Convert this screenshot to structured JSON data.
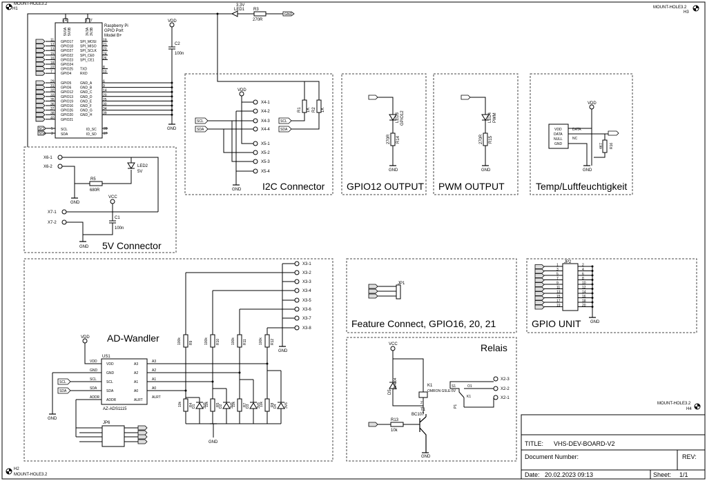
{
  "mount_holes": {
    "h1": {
      "ref": "H1",
      "name": "MOUNT-HOLE3.2"
    },
    "h2": {
      "ref": "H2",
      "name": "MOUNT-HOLE3.2"
    },
    "h3": {
      "ref": "H3",
      "name": "MOUNT-HOLE3.2"
    },
    "h4": {
      "ref": "H4",
      "name": "MOUNT-HOLE3.2"
    }
  },
  "rpi": {
    "title1": "Raspberry Pi",
    "title2": "GPIO Port",
    "title3": "Model B+",
    "top_pins": [
      "5V0A",
      "5V0B",
      "3V3A",
      "3V3B"
    ],
    "left": [
      "GPIO17",
      "GPIO18",
      "GPIO27",
      "GPIO22",
      "GPIO23",
      "GPIO24",
      "GPIO25",
      "GPIO4",
      "GPIO5",
      "GPIO6",
      "GPIO12",
      "GPIO13",
      "GPIO19",
      "GPIO16",
      "GPIO26",
      "GPIO20",
      "GPIO21"
    ],
    "left_nums": [
      "11",
      "12",
      "13",
      "15",
      "16",
      "18",
      "22",
      "7",
      "29",
      "31",
      "32",
      "33",
      "35",
      "36",
      "37",
      "38",
      "40"
    ],
    "right": [
      "SPI_MOSI",
      "SPI_MISO",
      "SPI_SCLK",
      "SPI_CE0",
      "SPI_CE1",
      "",
      "TXD",
      "RXD",
      "GND_A",
      "GND_B",
      "GND_C",
      "GND_D",
      "GND_E",
      "GND_F",
      "GND_G",
      "GND_H"
    ],
    "right_nums": [
      "19",
      "21",
      "23",
      "24",
      "26",
      "",
      "8",
      "10",
      "6",
      "9",
      "14",
      "20",
      "25",
      "30",
      "34",
      "39"
    ],
    "scl": "SCL",
    "sda": "SDA",
    "id_sc": "ID_SC",
    "id_sd": "ID_SD",
    "scl_n": "5",
    "sda_n": "3",
    "idsc_n": "28",
    "idsd_n": "27"
  },
  "led1": {
    "v": "3.3V",
    "ref": "LED1"
  },
  "r3": {
    "ref": "R3",
    "val": "270R"
  },
  "gnd": "GND",
  "vdd": "VDD",
  "vcc": "VCC",
  "c2": {
    "ref": "C2",
    "val": "100n"
  },
  "i2c": {
    "title": "I2C Connector",
    "pins": [
      "X4-1",
      "X4-2",
      "X4-3",
      "X4-4",
      "X5-1",
      "X5-2",
      "X5-3",
      "X5-4"
    ],
    "r1": {
      "ref": "R1",
      "val": "1K"
    },
    "r2": {
      "ref": "R2",
      "val": "1K"
    },
    "scl": "SCL",
    "sda": "SDA"
  },
  "gpio12": {
    "title": "GPIO12 OUTPUT",
    "led": "LED3",
    "led_label": "GPIO12",
    "r": "R14",
    "rv": "270R"
  },
  "pwm": {
    "title": "PWM OUTPUT",
    "led": "LED4",
    "led_label": "PWM",
    "r": "R15",
    "rv": "270R"
  },
  "temp": {
    "title": "Temp/Luftfeuchtigkeit",
    "pins": [
      "VDD",
      "DATA",
      "NULL",
      "GND"
    ],
    "sig": [
      "DATA",
      "NC"
    ],
    "r": "R16",
    "rv": "4K7"
  },
  "fivev": {
    "title": "5V Connector",
    "x6": [
      "X6-1",
      "X6-2"
    ],
    "x7": [
      "X7-1",
      "X7-2"
    ],
    "led2": "LED2",
    "led2v": "5V",
    "r5": "R5",
    "r5v": "680R",
    "c1": "C1",
    "c1v": "100n"
  },
  "adc": {
    "title": "AD-Wandler",
    "ref": "US1",
    "part": "AZ-ADS1115",
    "left": [
      "VDD",
      "GND",
      "SCL",
      "SDA",
      "ADDR"
    ],
    "right": [
      "A3",
      "A2",
      "A1",
      "A0",
      "ALRT"
    ],
    "wires_l": [
      "VDD",
      "GND",
      "SCL",
      "SDA",
      "ADDR"
    ],
    "wires_r": [
      "A3",
      "A2",
      "A1",
      "A0",
      "ALRT"
    ],
    "x3": [
      "X3-1",
      "X3-2",
      "X3-3",
      "X3-4",
      "X3-5",
      "X3-6",
      "X3-7",
      "X3-8"
    ],
    "rtop": [
      "R9",
      "R10",
      "R11",
      "R12"
    ],
    "rtopv": "100k",
    "rbot": [
      "R4",
      "R5",
      "R7",
      "R8"
    ],
    "rbotv": "10k",
    "dz": [
      "D1",
      "D2",
      "D3",
      "D4"
    ],
    "dzv": "3V6",
    "jp6": "JP6",
    "scl": "SCL",
    "sda": "SDA"
  },
  "feature": {
    "title": "Feature Connect, GPIO16, 20, 21",
    "jp": "JP1"
  },
  "gpio_unit": {
    "title": "GPIO UNIT",
    "jp": "JP2",
    "left": [
      "1",
      "3",
      "5",
      "7",
      "9",
      "11",
      "13",
      "15",
      "17",
      "19"
    ],
    "right": [
      "2",
      "4",
      "6",
      "8",
      "10",
      "12",
      "14",
      "16",
      "18",
      "20"
    ]
  },
  "relais": {
    "title": "Relais",
    "d5": "D5",
    "d5v": "1N4004",
    "k1": "K1",
    "k1v": "OMRON G5LE-5V",
    "t1": "T1",
    "t1v": "BC107",
    "r13": "R13",
    "r13v": "10k",
    "x2": [
      "X2-3",
      "X2-2",
      "X2-1"
    ],
    "contacts": [
      "S1",
      "O1",
      "P1"
    ],
    "k1b": "K1"
  },
  "titleblock": {
    "title_label": "TITLE:",
    "title": "VHS-DEV-BOARD-V2",
    "doc_label": "Document Number:",
    "rev_label": "REV:",
    "date_label": "Date:",
    "date": "20.02.2023 09:13",
    "sheet_label": "Sheet:",
    "sheet": "1/1"
  }
}
